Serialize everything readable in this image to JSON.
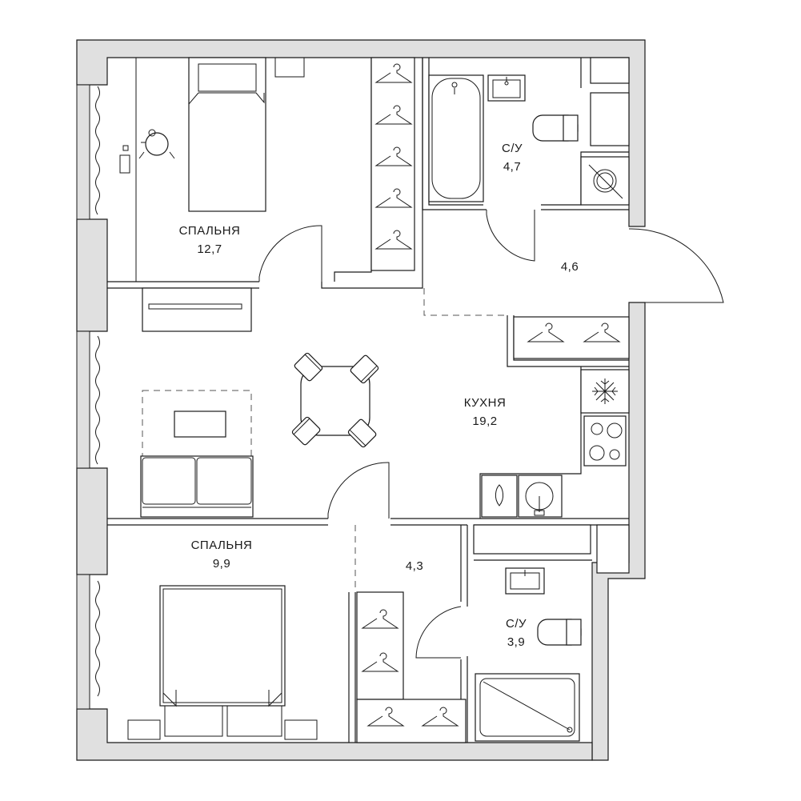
{
  "plan": {
    "rooms": [
      {
        "id": "bedroom-1",
        "name": "СПАЛЬНЯ",
        "area": "12,7"
      },
      {
        "id": "bathroom-1",
        "name": "С/У",
        "area": "4,7"
      },
      {
        "id": "hallway",
        "name": "",
        "area": "4,6"
      },
      {
        "id": "kitchen",
        "name": "КУХНЯ",
        "area": "19,2"
      },
      {
        "id": "bedroom-2",
        "name": "СПАЛЬНЯ",
        "area": "9,9"
      },
      {
        "id": "corridor",
        "name": "",
        "area": "4,3"
      },
      {
        "id": "bathroom-2",
        "name": "С/У",
        "area": "3,9"
      }
    ],
    "colors": {
      "wall": "#e0e0e0",
      "line": "#1a1a1a",
      "background": "#ffffff"
    },
    "icons": [
      "hanger-icon",
      "bed-icon",
      "bathtub-icon",
      "toilet-icon",
      "sink-icon",
      "stove-icon",
      "fridge-icon",
      "boiler-icon",
      "shower-icon",
      "chair-icon",
      "sofa-icon",
      "table-icon"
    ]
  }
}
